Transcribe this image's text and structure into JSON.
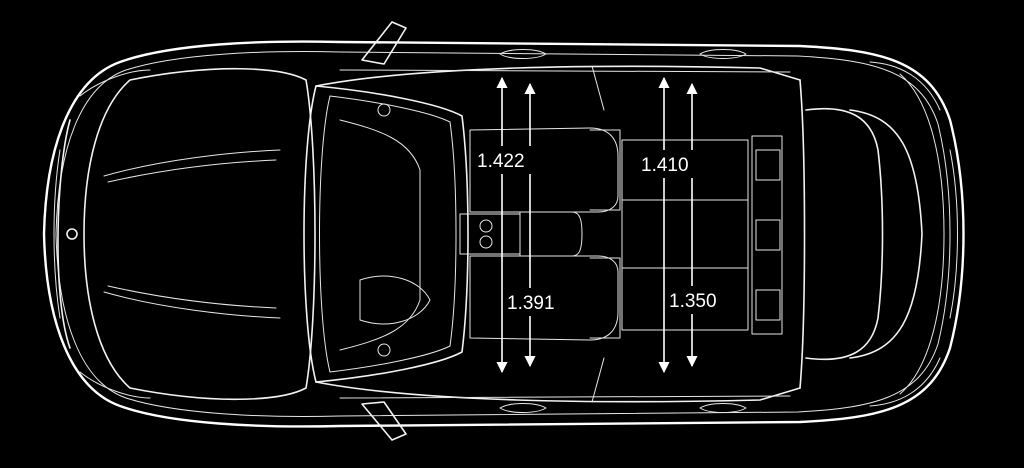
{
  "dimensions": {
    "front_headroom": "1.422",
    "front_elbow_room": "1.391",
    "rear_headroom": "1.410",
    "rear_elbow_room": "1.350"
  }
}
